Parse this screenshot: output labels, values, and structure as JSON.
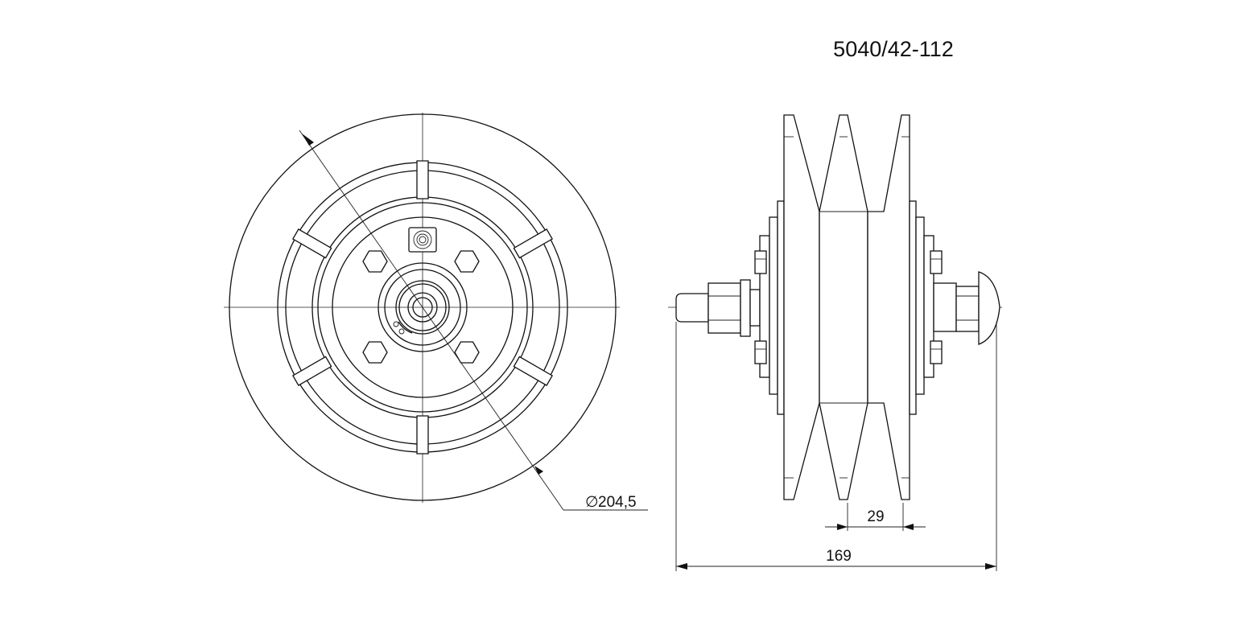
{
  "title": "5040/42-112",
  "dimensions": {
    "diameter_symbol": "∅",
    "diameter_value": "204,5",
    "groove_spacing": "29",
    "overall_length": "169"
  }
}
